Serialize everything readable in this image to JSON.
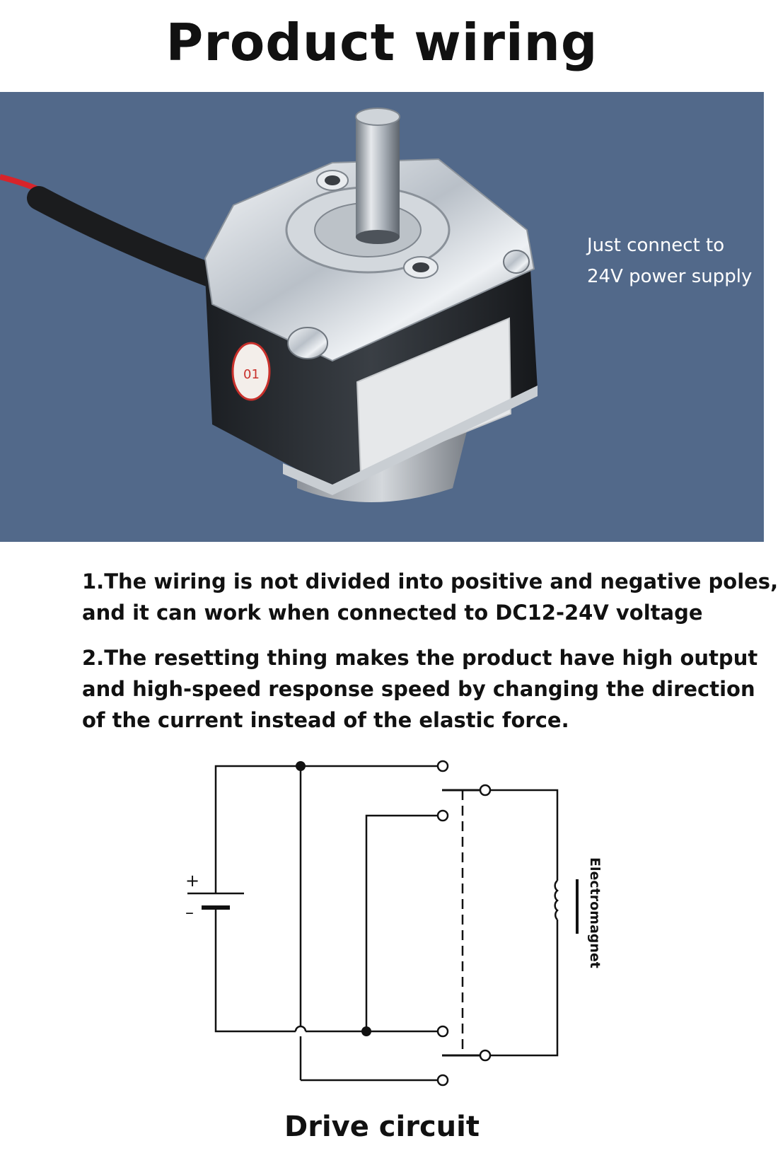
{
  "header": {
    "title": "Product wiring"
  },
  "photo": {
    "caption_line1": "Just connect to",
    "caption_line2": "24V power supply",
    "background_color": "#52698a",
    "label_seal_text": "01"
  },
  "notes": {
    "item1_line1": "1.The wiring is not divided into positive and negative poles,",
    "item1_line2": "and it can work when connected to DC12-24V voltage",
    "item2_line1": "2.The resetting thing makes the product have high output",
    "item2_line2": "and high-speed response speed by changing the direction",
    "item2_line3": "of the current instead of the elastic force."
  },
  "circuit": {
    "battery_plus": "+",
    "battery_minus": "–",
    "electromagnet_label": "Electromagnet",
    "label": "Drive circuit"
  }
}
